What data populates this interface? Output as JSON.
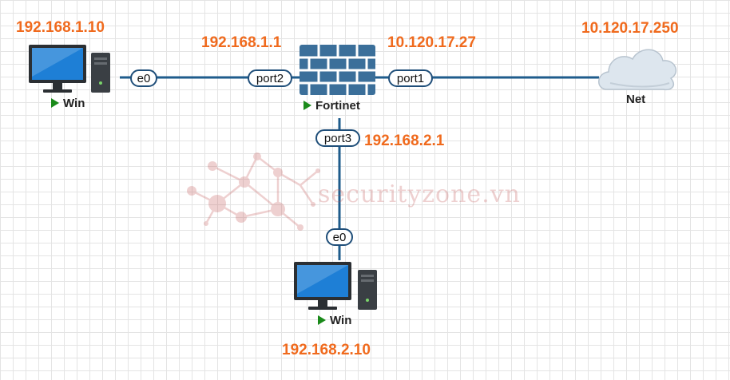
{
  "colors": {
    "ip_text": "#f06a1d",
    "link": "#1f5c8c",
    "port_border": "#1f4e79",
    "firewall": "#3b6f9a",
    "monitor_screen": "#1e7fd6",
    "tower": "#3a3f44",
    "cloud": "#dde6ee",
    "start_icon": "#1a8a1a",
    "watermark": "#c45a5a"
  },
  "nodes": {
    "win_top": {
      "name": "Win",
      "ip": "192.168.1.10",
      "icon": "desktop-pc-icon"
    },
    "fortinet": {
      "name": "Fortinet",
      "icon": "firewall-icon"
    },
    "net": {
      "name": "Net",
      "ip": "10.120.17.250",
      "icon": "cloud-icon"
    },
    "win_bottom": {
      "name": "Win",
      "ip": "192.168.2.10",
      "icon": "desktop-pc-icon"
    }
  },
  "interfaces": {
    "win_top_e0": "e0",
    "fortinet_port2": "port2",
    "fortinet_port1": "port1",
    "fortinet_port3": "port3",
    "win_bottom_e0": "e0"
  },
  "interface_ips": {
    "port2": "192.168.1.1",
    "port1": "10.120.17.27",
    "port3": "192.168.2.1"
  },
  "watermark": {
    "text": "securityzone.vn",
    "icon": "network-nodes-logo-icon"
  }
}
